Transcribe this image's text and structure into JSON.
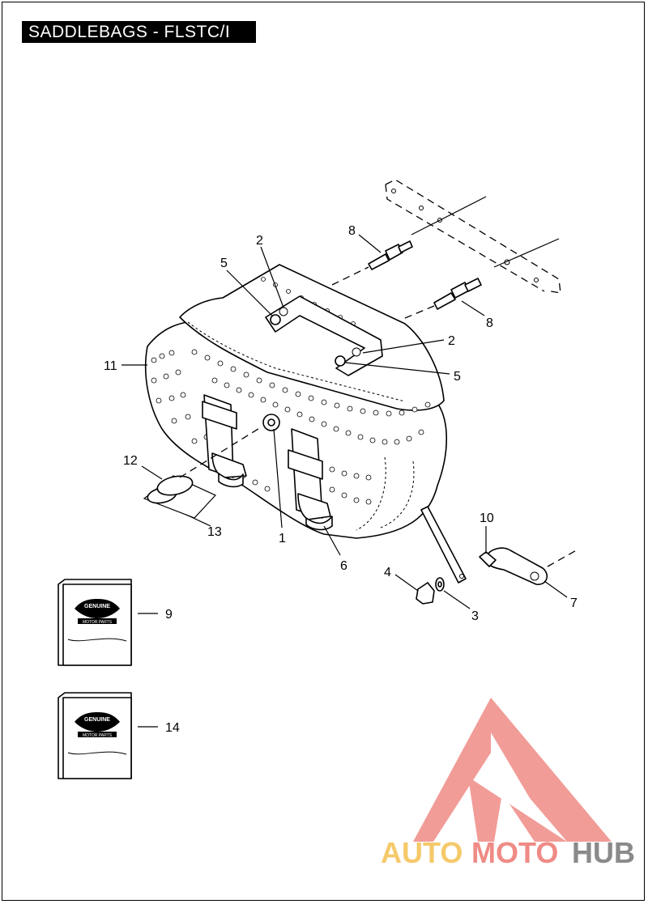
{
  "title": "SADDLEBAGS - FLSTC/I",
  "callouts": {
    "c1": "1",
    "c2a": "2",
    "c2b": "2",
    "c3": "3",
    "c4": "4",
    "c5a": "5",
    "c5b": "5",
    "c6": "6",
    "c7": "7",
    "c8a": "8",
    "c8b": "8",
    "c9": "9",
    "c10": "10",
    "c11": "11",
    "c12": "12",
    "c13": "13",
    "c14": "14"
  },
  "kit_box": {
    "badge_top": "GENUINE",
    "badge_bottom": "MOTOR PARTS"
  },
  "watermark": {
    "part1": "AUTO",
    "part2": "MOTO",
    "part3": "HUB",
    "colors": {
      "auto": "#f5c96a",
      "moto": "#ef8b85",
      "hub": "#8a8a8a",
      "logo": "#ef8b85"
    }
  }
}
